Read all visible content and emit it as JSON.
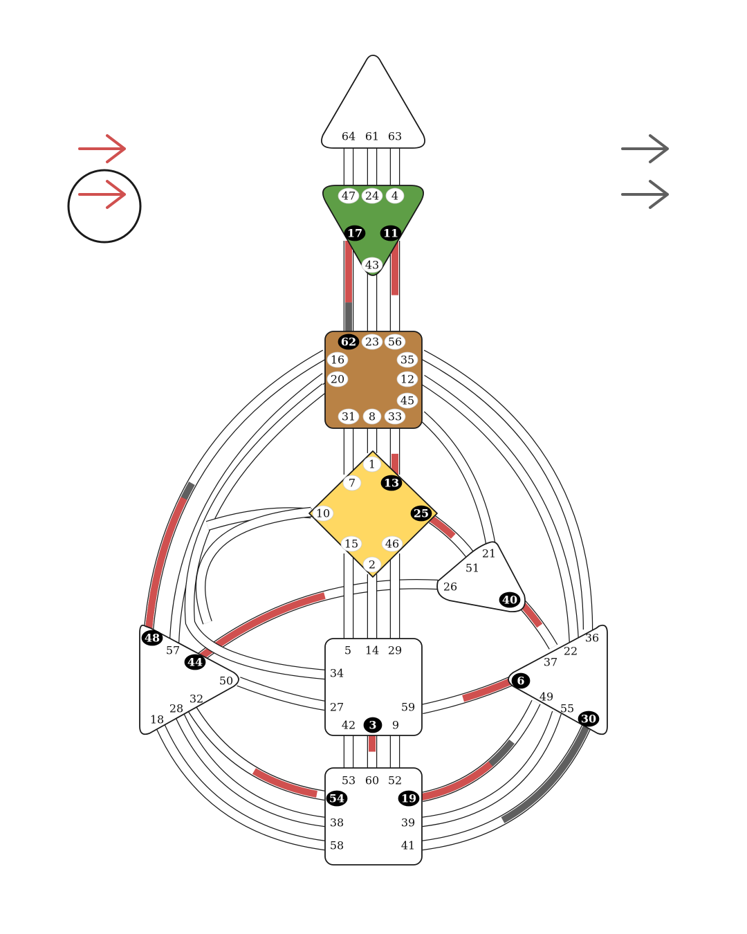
{
  "colors": {
    "background": "#ffffff",
    "outline": "#1a1a1a",
    "red": "#d0504f",
    "gray": "#5f5f5f",
    "ajna": "#5e9e46",
    "g_center": "#ffd862",
    "spleen_center_brown": "#b98245",
    "undefined_center": "#ffffff",
    "gate_white": "#ffffff",
    "gate_black": "#000000"
  },
  "arrows": {
    "left": [
      {
        "id": "arrow-left-top",
        "direction": "right",
        "color": "red"
      },
      {
        "id": "arrow-left-bottom",
        "direction": "right",
        "color": "red",
        "circled": true
      }
    ],
    "right": [
      {
        "id": "arrow-right-top",
        "direction": "right",
        "color": "gray"
      },
      {
        "id": "arrow-right-bottom",
        "direction": "right",
        "color": "gray"
      }
    ]
  },
  "centers": {
    "head": {
      "name": "head",
      "fill": "undefined_center",
      "gates": [
        {
          "n": "64",
          "style": "plain"
        },
        {
          "n": "61",
          "style": "plain"
        },
        {
          "n": "63",
          "style": "plain"
        }
      ]
    },
    "ajna": {
      "name": "ajna",
      "fill": "ajna",
      "gates": [
        {
          "n": "47",
          "style": "white"
        },
        {
          "n": "24",
          "style": "white"
        },
        {
          "n": "4",
          "style": "white"
        },
        {
          "n": "17",
          "style": "black"
        },
        {
          "n": "11",
          "style": "black"
        },
        {
          "n": "43",
          "style": "white"
        }
      ]
    },
    "throat": {
      "name": "throat",
      "fill": "spleen_center_brown",
      "gates": [
        {
          "n": "62",
          "style": "black"
        },
        {
          "n": "23",
          "style": "white"
        },
        {
          "n": "56",
          "style": "white"
        },
        {
          "n": "16",
          "style": "white"
        },
        {
          "n": "35",
          "style": "white"
        },
        {
          "n": "20",
          "style": "white"
        },
        {
          "n": "12",
          "style": "white"
        },
        {
          "n": "45",
          "style": "white"
        },
        {
          "n": "31",
          "style": "white"
        },
        {
          "n": "8",
          "style": "white"
        },
        {
          "n": "33",
          "style": "white"
        }
      ]
    },
    "g": {
      "name": "g",
      "fill": "g_center",
      "gates": [
        {
          "n": "1",
          "style": "white"
        },
        {
          "n": "7",
          "style": "white"
        },
        {
          "n": "13",
          "style": "black"
        },
        {
          "n": "10",
          "style": "white"
        },
        {
          "n": "25",
          "style": "black"
        },
        {
          "n": "15",
          "style": "white"
        },
        {
          "n": "46",
          "style": "white"
        },
        {
          "n": "2",
          "style": "white"
        }
      ]
    },
    "heart": {
      "name": "heart",
      "fill": "undefined_center",
      "gates": [
        {
          "n": "21",
          "style": "plain"
        },
        {
          "n": "51",
          "style": "plain"
        },
        {
          "n": "26",
          "style": "plain"
        },
        {
          "n": "40",
          "style": "black"
        }
      ]
    },
    "sacral": {
      "name": "sacral",
      "fill": "undefined_center",
      "gates": [
        {
          "n": "5",
          "style": "plain"
        },
        {
          "n": "14",
          "style": "plain"
        },
        {
          "n": "29",
          "style": "plain"
        },
        {
          "n": "34",
          "style": "plain"
        },
        {
          "n": "27",
          "style": "plain"
        },
        {
          "n": "59",
          "style": "plain"
        },
        {
          "n": "42",
          "style": "plain"
        },
        {
          "n": "3",
          "style": "black"
        },
        {
          "n": "9",
          "style": "plain"
        }
      ]
    },
    "spleen": {
      "name": "spleen",
      "fill": "undefined_center",
      "gates": [
        {
          "n": "48",
          "style": "black"
        },
        {
          "n": "57",
          "style": "plain"
        },
        {
          "n": "44",
          "style": "black"
        },
        {
          "n": "50",
          "style": "plain"
        },
        {
          "n": "32",
          "style": "plain"
        },
        {
          "n": "28",
          "style": "plain"
        },
        {
          "n": "18",
          "style": "plain"
        }
      ]
    },
    "solar_plexus": {
      "name": "solar-plexus",
      "fill": "undefined_center",
      "gates": [
        {
          "n": "36",
          "style": "plain"
        },
        {
          "n": "22",
          "style": "plain"
        },
        {
          "n": "37",
          "style": "plain"
        },
        {
          "n": "6",
          "style": "black"
        },
        {
          "n": "49",
          "style": "plain"
        },
        {
          "n": "55",
          "style": "plain"
        },
        {
          "n": "30",
          "style": "black"
        }
      ]
    },
    "root": {
      "name": "root",
      "fill": "undefined_center",
      "gates": [
        {
          "n": "53",
          "style": "plain"
        },
        {
          "n": "60",
          "style": "plain"
        },
        {
          "n": "52",
          "style": "plain"
        },
        {
          "n": "54",
          "style": "black"
        },
        {
          "n": "19",
          "style": "black"
        },
        {
          "n": "38",
          "style": "plain"
        },
        {
          "n": "39",
          "style": "plain"
        },
        {
          "n": "58",
          "style": "plain"
        },
        {
          "n": "41",
          "style": "plain"
        }
      ]
    }
  },
  "channels": [
    {
      "id": "64-47",
      "active": []
    },
    {
      "id": "61-24",
      "active": []
    },
    {
      "id": "63-4",
      "active": []
    },
    {
      "id": "17-62",
      "active": [
        {
          "from": 0,
          "to": 0.68,
          "color": "red"
        },
        {
          "from": 0.68,
          "to": 1,
          "color": "gray"
        }
      ]
    },
    {
      "id": "43-23",
      "active": []
    },
    {
      "id": "11-56",
      "active": [
        {
          "from": 0,
          "to": 0.6,
          "color": "red"
        }
      ]
    },
    {
      "id": "31-7",
      "active": []
    },
    {
      "id": "8-1",
      "active": []
    },
    {
      "id": "33-13",
      "active": [
        {
          "from": 0.55,
          "to": 1,
          "color": "red"
        }
      ]
    },
    {
      "id": "25-51",
      "active": [
        {
          "from": 0,
          "to": 0.5,
          "color": "red"
        }
      ]
    },
    {
      "id": "45-21",
      "active": []
    },
    {
      "id": "26-44",
      "active": [
        {
          "from": 0.45,
          "to": 1,
          "color": "red"
        }
      ]
    },
    {
      "id": "40-37",
      "active": [
        {
          "from": 0,
          "to": 0.55,
          "color": "red"
        }
      ]
    },
    {
      "id": "16-48",
      "active": [
        {
          "from": 0.55,
          "to": 1,
          "color": "gray"
        },
        {
          "from": 0.6,
          "to": 1,
          "color": "red"
        }
      ]
    },
    {
      "id": "20-57",
      "active": []
    },
    {
      "id": "20-34",
      "active": []
    },
    {
      "id": "10-34",
      "active": []
    },
    {
      "id": "10-57",
      "active": []
    },
    {
      "id": "35-36",
      "active": []
    },
    {
      "id": "12-22",
      "active": []
    },
    {
      "id": "15-5",
      "active": []
    },
    {
      "id": "2-14",
      "active": []
    },
    {
      "id": "46-29",
      "active": []
    },
    {
      "id": "50-27",
      "active": []
    },
    {
      "id": "59-6",
      "active": [
        {
          "from": 0.45,
          "to": 1,
          "color": "red"
        }
      ]
    },
    {
      "id": "42-53",
      "active": []
    },
    {
      "id": "3-60",
      "active": [
        {
          "from": 0,
          "to": 0.5,
          "color": "red"
        }
      ]
    },
    {
      "id": "9-52",
      "active": []
    },
    {
      "id": "32-54",
      "active": [
        {
          "from": 0.55,
          "to": 0.95,
          "color": "red"
        }
      ]
    },
    {
      "id": "28-38",
      "active": []
    },
    {
      "id": "18-58",
      "active": []
    },
    {
      "id": "49-19",
      "active": [
        {
          "from": 0.3,
          "to": 1,
          "color": "gray"
        },
        {
          "from": 0.5,
          "to": 1,
          "color": "red"
        }
      ]
    },
    {
      "id": "55-39",
      "active": []
    },
    {
      "id": "30-41",
      "active": [
        {
          "from": 0,
          "to": 0.6,
          "color": "gray"
        }
      ]
    }
  ]
}
